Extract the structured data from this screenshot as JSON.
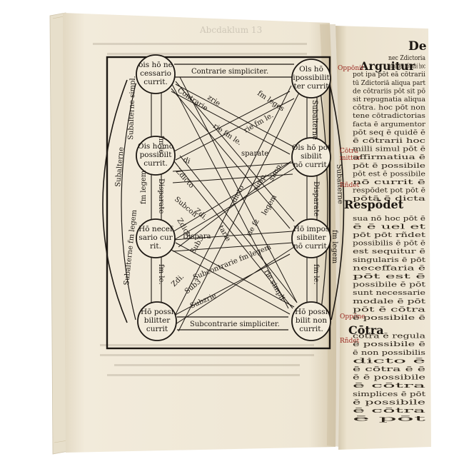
{
  "image": {
    "subject": "Open early printed book with a woodcut square-of-opposition diagram",
    "colors": {
      "background": "#ffffff",
      "page": "#efe7d5",
      "page_shade": "#d9ceb6",
      "ink": "#1c1712",
      "rubric": "#9a2a22"
    }
  },
  "diagram": {
    "nodes": [
      {
        "id": "tl",
        "lines": [
          "ois hō ne",
          "cessario",
          "currit."
        ]
      },
      {
        "id": "tr",
        "lines": [
          "Ols hō",
          "ipossibilit",
          "ter currit"
        ]
      },
      {
        "id": "ml1",
        "lines": [
          "Ois homo",
          "possibilt",
          "currit."
        ]
      },
      {
        "id": "mr1",
        "lines": [
          "Ols hō pot",
          "sibilit",
          "nō currit."
        ]
      },
      {
        "id": "ml2",
        "lines": [
          "Hō necef",
          "sario cur",
          "rit."
        ]
      },
      {
        "id": "mr2",
        "lines": [
          "Hō impos",
          "sibiliter",
          "nō currit."
        ]
      },
      {
        "id": "bl",
        "lines": [
          "Hō possi",
          "bilitter",
          "currit"
        ]
      },
      {
        "id": "br",
        "lines": [
          "Hō possi",
          "bilit non",
          "currit."
        ]
      }
    ],
    "labels": {
      "top": "Contrarie simpliciter.",
      "bottom": "Subcontrarie simpliciter.",
      "subcontrarie_legem": "Subcontrarie fm legem",
      "subalterne": "Subalterne",
      "subalterne_simpl": "Subalterne simpl.",
      "fm_legem": "fm legem",
      "subalterne_fm_legem": "Subalterne fm legem",
      "subalterne_right": "Subalterne",
      "subalterne_right2": "Subalterne",
      "contrarie": "Contrarie",
      "fm_leges": "fm leges",
      "zrie": "zrie",
      "disparate": "Disparate",
      "disparate2": "Dispara",
      "sparate": "sparate",
      "rie_fm_le": "rie fm le.",
      "tarie": "tarie",
      "dicto": "dicto",
      "simp": "simp.",
      "legem": "legem",
      "zdicto": "Zdicto",
      "subcon": "Subcon",
      "zdi": "Zdi.",
      "zdi2": "Zdi.",
      "subz": "Sub3",
      "subzrie": "Subzrie",
      "rie_fz": "rie fz",
      "rie_simpli": "rie simpli",
      "fm_legem2": "fm legem",
      "fm_legem3": "fm le.",
      "di": "di",
      "fm_le_v": "fm le.",
      "fm_le_v2": "fm le."
    }
  },
  "right_page": {
    "header": "De",
    "headings": [
      "Arguitur",
      "Respōdet",
      "Cōtra"
    ],
    "margin_notes": [
      "Oppōnit",
      "Cōtra",
      "mittur",
      "Rñdet",
      "Rñdet",
      "Oppōne"
    ],
    "body_lines": [
      "nec Zdictoria",
      "qualibet pōt ubi hoc",
      "pot ipa pōt eā cōtrarii",
      "tū Zdictoriā aliqua part",
      "de cōtrariis pōt sit pō",
      "sit repugnatia aliqua",
      "cōtra. hoc pōt non",
      "tene cōtradictorias",
      "facta ē argumentor",
      "pōt seq ē quidē ē",
      "ē cōtrarii hoc",
      "milli simul pōt ē",
      "affirmatiua ē",
      "pōt ē possibile",
      "pōt est ē possibile",
      "nō currit ē",
      "respōdet pot pōt ē",
      "pōtā ē dicta",
      "sua nō hoc pōt ē",
      "ē ē uel et",
      "pōt pōt rñdet",
      "possibilis ē pōt ē",
      "est sequitur ē",
      "singularis ē pōt",
      "neceffaria ē",
      "pōt est ē",
      "possibile ē pōt",
      "sunt necessarie",
      "modale ē pōt",
      "pōt ē cōtra",
      "ē possibile ē",
      "cōtra ē regula",
      "ē possibile ē",
      "ē non possibilis",
      "dicto ē",
      "ē cōtra ē ē",
      "ē ē possibile",
      "ē cōtra",
      "simplices ē pōt",
      "ē possibile",
      "ē cōtra",
      "ē pōt"
    ]
  },
  "left_page": {
    "faint_lines": [
      "Abcdaklum 13"
    ]
  }
}
